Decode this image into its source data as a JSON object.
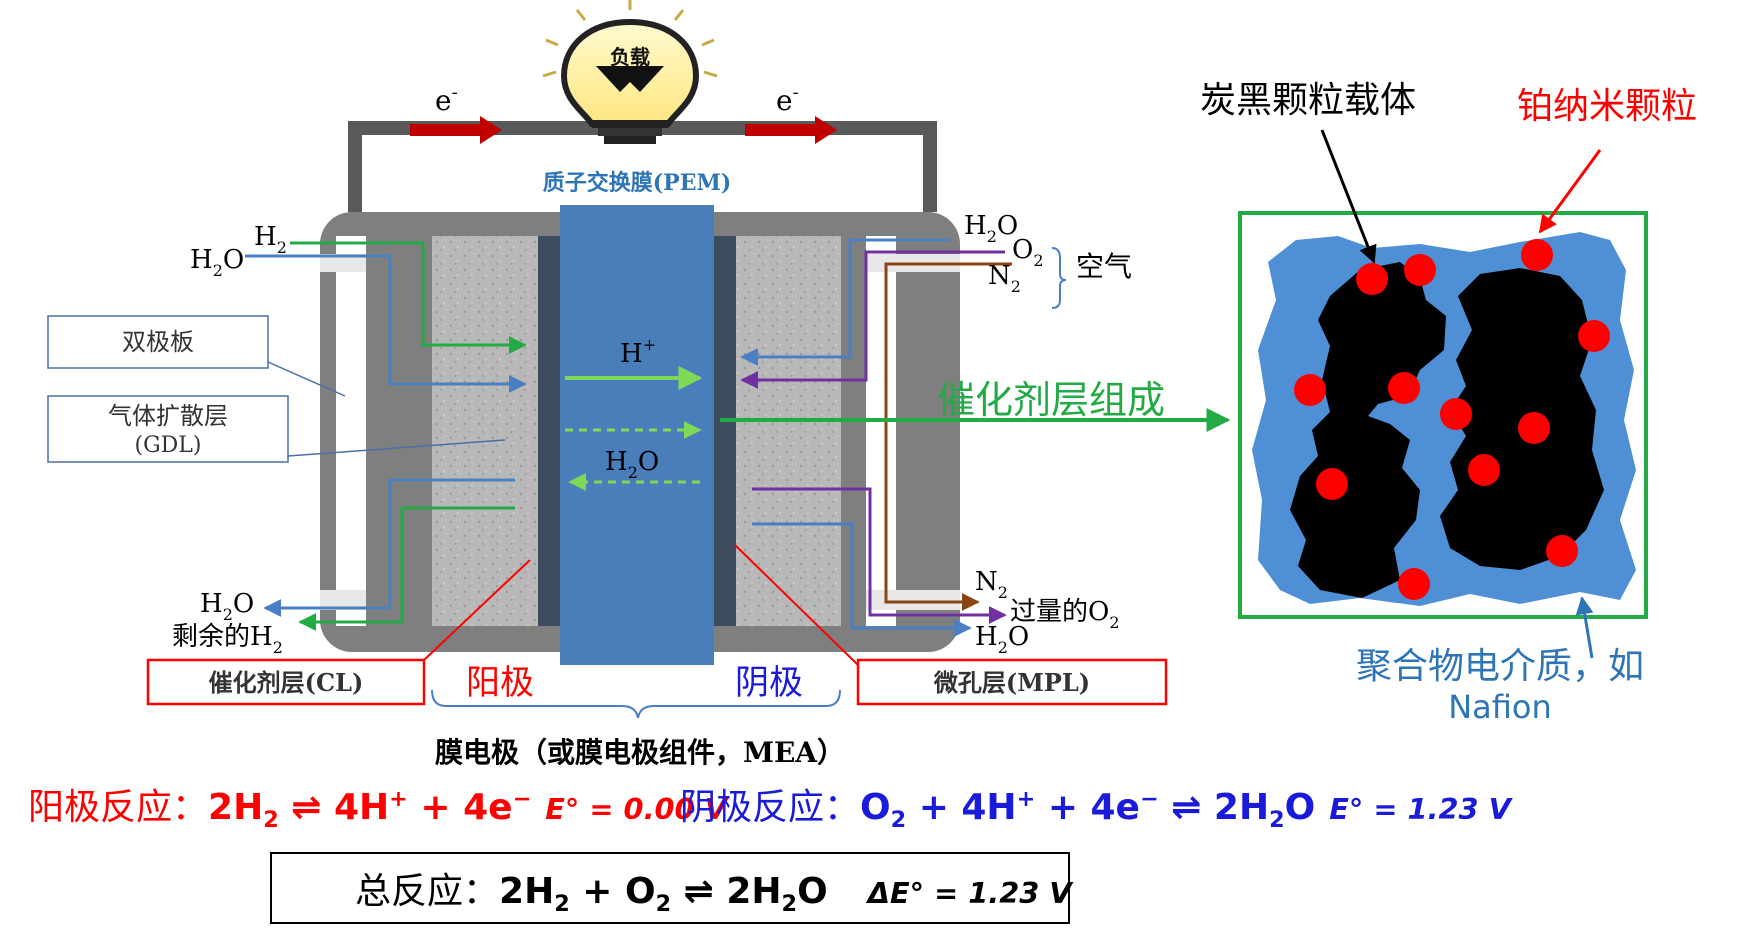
{
  "load_label": "负载",
  "electron_label": "e",
  "electron_charge": "-",
  "pem_label": "质子交换膜(PEM)",
  "anode_inputs": {
    "h2": "H",
    "h2_sub": "2",
    "h2o": "H",
    "h2o_sub": "2",
    "h2o_end": "O"
  },
  "cathode_inputs": {
    "h2o": "H",
    "h2o_sub": "2",
    "h2o_end": "O",
    "o2": "O",
    "o2_sub": "2",
    "n2": "N",
    "n2_sub": "2",
    "air": "空气"
  },
  "bipolar_plate": "双极板",
  "gdl": {
    "line1": "气体扩散层",
    "line2": "(GDL)"
  },
  "proton": {
    "text": "H",
    "sup": "+"
  },
  "water_back": {
    "text": "H",
    "sub": "2",
    "end": "O"
  },
  "catalyst_layer_composition": "催化剂层组成",
  "anode_outputs": {
    "h2o": "H",
    "h2o_sub": "2",
    "h2o_end": "O",
    "residual_h2": "剩余的H",
    "residual_h2_sub": "2"
  },
  "cathode_outputs": {
    "n2": "N",
    "n2_sub": "2",
    "excess_o2": "过量的O",
    "excess_o2_sub": "2",
    "h2o": "H",
    "h2o_sub": "2",
    "h2o_end": "O"
  },
  "catalyst_layer": "催化剂层(CL)",
  "anode": "阳极",
  "cathode": "阴极",
  "mpl": "微孔层(MPL)",
  "mea": "膜电极（或膜电极组件，MEA）",
  "carbon_support": "炭黑颗粒载体",
  "pt_nanoparticles": "铂纳米颗粒",
  "polymer_electrolyte": {
    "line1": "聚合物电介质，如",
    "line2": "Nafion"
  },
  "reactions": {
    "anode_label": "阳极反应：",
    "cathode_label": "阴极反应：",
    "total_label": "总反应：",
    "anode_e0": "= 0.00 V",
    "cathode_e0": "= 1.23 V",
    "total_de0": "= 1.23 V"
  },
  "colors": {
    "green": "#22aa44",
    "blue_line": "#4a7fc4",
    "purple": "#7030a0",
    "brown": "#8b4513",
    "red": "#ff0000",
    "pem_blue": "#4a7ebb",
    "plate_gray": "#7f7f7f",
    "gdl_gray": "#b8b8b8",
    "electrolyte_blue": "#4f8fd6",
    "frame_green": "#22aa44",
    "dark_blue_text": "#1a1adb",
    "light_blue_text": "#2e75b6"
  }
}
